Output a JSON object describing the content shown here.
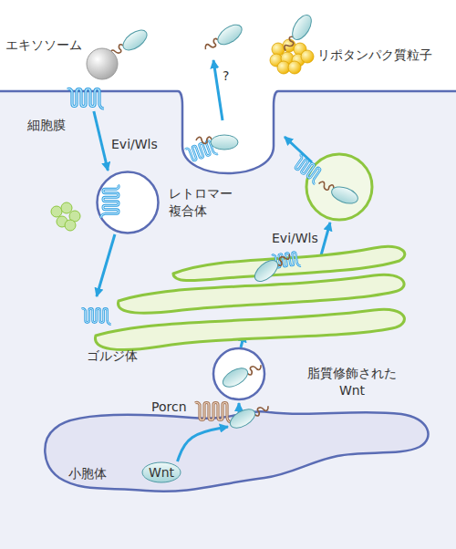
{
  "diagram": {
    "nodes": [
      {
        "text": [
          "エキソソーム"
        ]
      },
      {
        "text": [
          "リポタンパク質粒子"
        ]
      },
      {
        "text": [
          "Evi/Wls"
        ]
      },
      {
        "text": [
          "レトロマー 複合体"
        ]
      },
      {
        "text": [
          "ゴルジ体"
        ]
      },
      {
        "text": [
          "小胞体"
        ]
      },
      {
        "text": [
          "Porcn"
        ],
        "in": 5
      },
      {
        "text": [
          "脂質修飾された Wnt"
        ],
        "in": 5
      },
      {
        "text": [
          "Wnt"
        ],
        "in": 5
      }
    ],
    "edges": [
      {
        "from": 2,
        "to": 3,
        "arrow": "to"
      },
      {
        "from": 3,
        "to": 4,
        "arrow": "to"
      },
      {
        "from": 8,
        "to": 7,
        "arrow": "to"
      }
    ],
    "labels": [
      "細胞膜",
      "Evi/Wls",
      "?"
    ]
  }
}
